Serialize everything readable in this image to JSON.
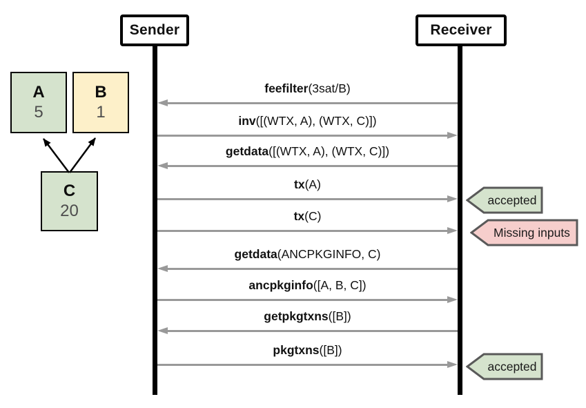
{
  "diagram": {
    "actors": [
      {
        "name": "Sender"
      },
      {
        "name": "Receiver"
      }
    ],
    "messages": [
      {
        "command": "feefilter",
        "args": "(3sat/B)",
        "direction": "to-sender"
      },
      {
        "command": "inv",
        "args": "([(WTX, A), (WTX, C)])",
        "direction": "to-receiver"
      },
      {
        "command": "getdata",
        "args": "([(WTX, A), (WTX, C)])",
        "direction": "to-sender"
      },
      {
        "command": "tx",
        "args": "(A)",
        "direction": "to-receiver",
        "result": "accepted",
        "result_type": "success"
      },
      {
        "command": "tx",
        "args": "(C)",
        "direction": "to-receiver",
        "result": "Missing inputs",
        "result_type": "error"
      },
      {
        "command": "getdata",
        "args": "(ANCPKGINFO, C)",
        "direction": "to-sender"
      },
      {
        "command": "ancpkginfo",
        "args": "([A, B, C])",
        "direction": "to-receiver"
      },
      {
        "command": "getpkgtxns",
        "args": "([B])",
        "direction": "to-sender"
      },
      {
        "command": "pkgtxns",
        "args": "([B])",
        "direction": "to-receiver",
        "result": "accepted",
        "result_type": "success"
      }
    ]
  },
  "tx_graph": {
    "nodes": [
      {
        "id": "A",
        "fee": "5",
        "color": "#d5e3cd"
      },
      {
        "id": "B",
        "fee": "1",
        "color": "#fdf0c9"
      },
      {
        "id": "C",
        "fee": "20",
        "color": "#d5e3cd"
      }
    ],
    "edges": [
      {
        "from": "C",
        "to": "A"
      },
      {
        "from": "C",
        "to": "B"
      }
    ]
  },
  "colors": {
    "tag_green_fill": "#d5e3cd",
    "tag_pink_fill": "#f6cecc",
    "tag_border": "#595959",
    "arrow_gray": "#999999",
    "node_green": "#d5e3cd",
    "node_yellow": "#fdf0c9",
    "lifeline_black": "#000000"
  }
}
